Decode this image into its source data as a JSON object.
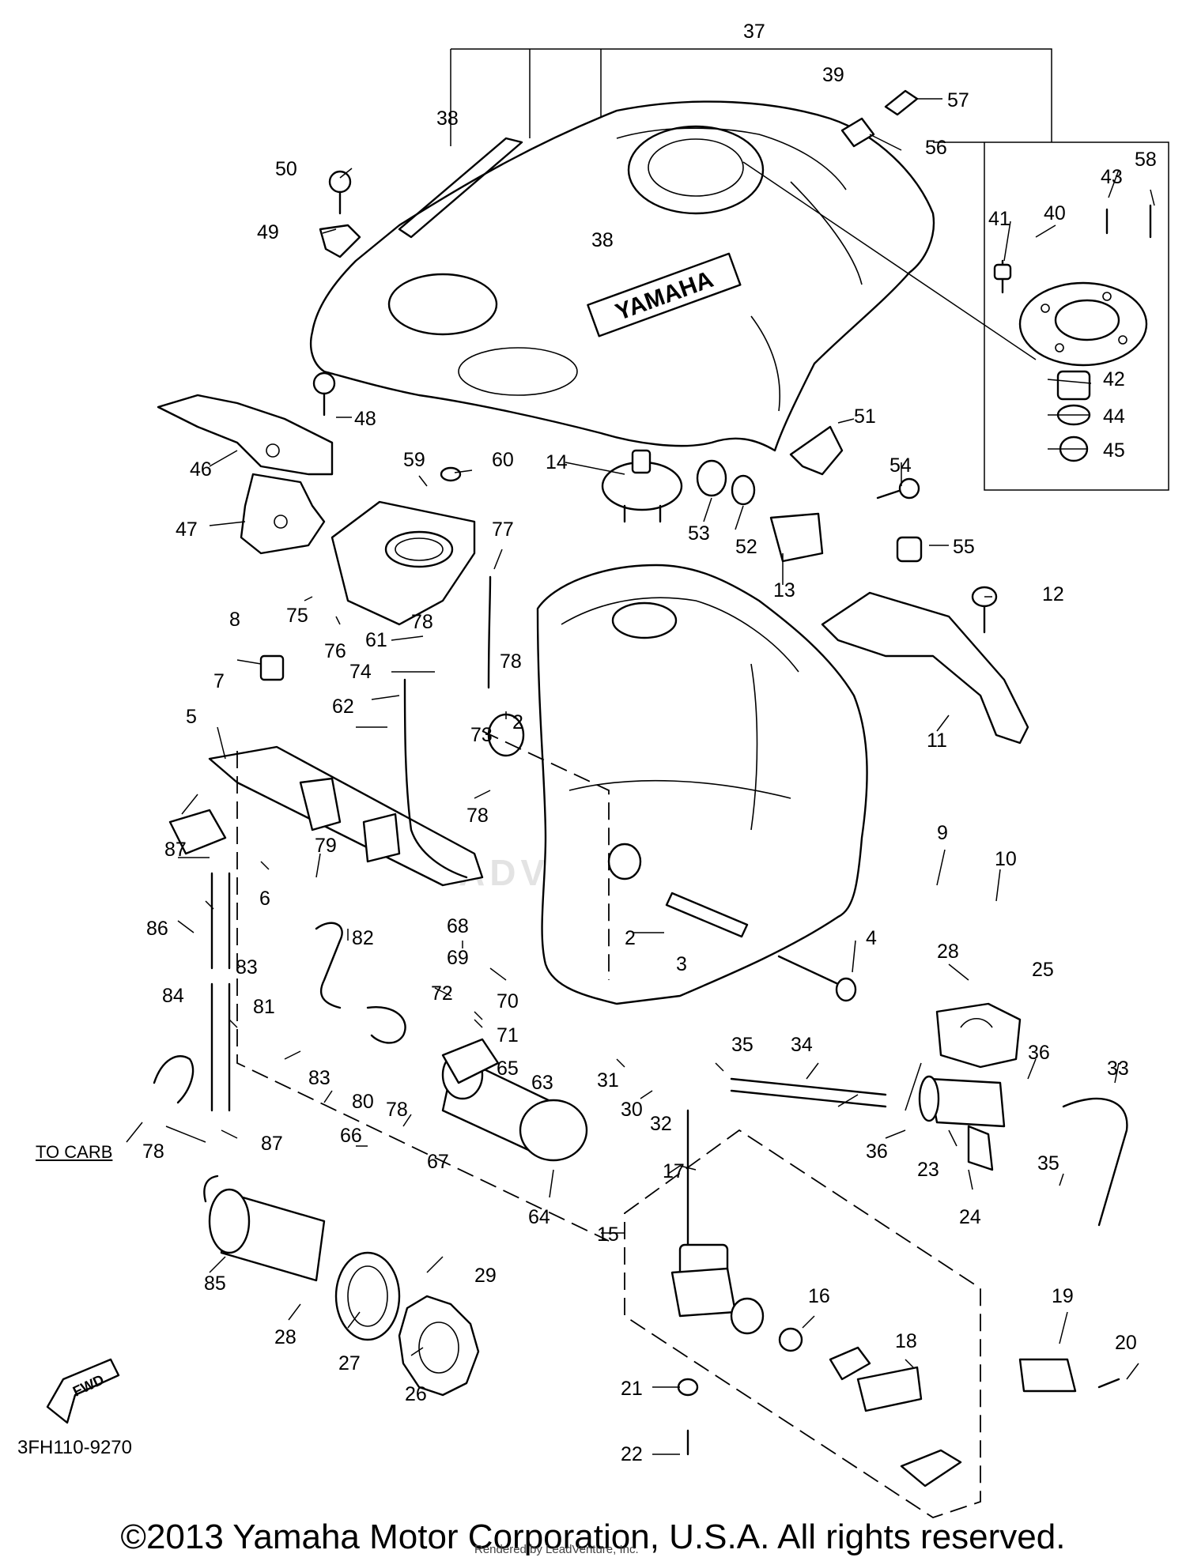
{
  "diagram": {
    "drawing_code": "3FH110-9270",
    "direction_label": "TO CARB",
    "fwd_label": "FWD",
    "tank_logo_text": "YAMAHA",
    "copyright": "©2013 Yamaha Motor Corporation, U.S.A. All rights reserved.",
    "render_credit": "Rendered by LeadVenture, Inc.",
    "watermark_text": "ADVENTURE",
    "callouts": [
      "37",
      "38",
      "38",
      "39",
      "57",
      "56",
      "58",
      "43",
      "40",
      "41",
      "42",
      "44",
      "45",
      "50",
      "49",
      "48",
      "46",
      "47",
      "51",
      "54",
      "55",
      "12",
      "13",
      "11",
      "59",
      "60",
      "14",
      "53",
      "52",
      "77",
      "75",
      "76",
      "8",
      "61",
      "78",
      "78",
      "74",
      "73",
      "62",
      "7",
      "5",
      "2",
      "78",
      "9",
      "10",
      "87",
      "6",
      "86",
      "79",
      "82",
      "68",
      "69",
      "72",
      "70",
      "71",
      "65",
      "2",
      "3",
      "4",
      "28",
      "25",
      "83",
      "84",
      "81",
      "83",
      "80",
      "78",
      "35",
      "34",
      "36",
      "33",
      "31",
      "30",
      "32",
      "63",
      "36",
      "23",
      "24",
      "78",
      "87",
      "66",
      "67",
      "17",
      "35",
      "64",
      "15",
      "85",
      "29",
      "28",
      "27",
      "26",
      "16",
      "19",
      "20",
      "18",
      "21",
      "22"
    ]
  }
}
